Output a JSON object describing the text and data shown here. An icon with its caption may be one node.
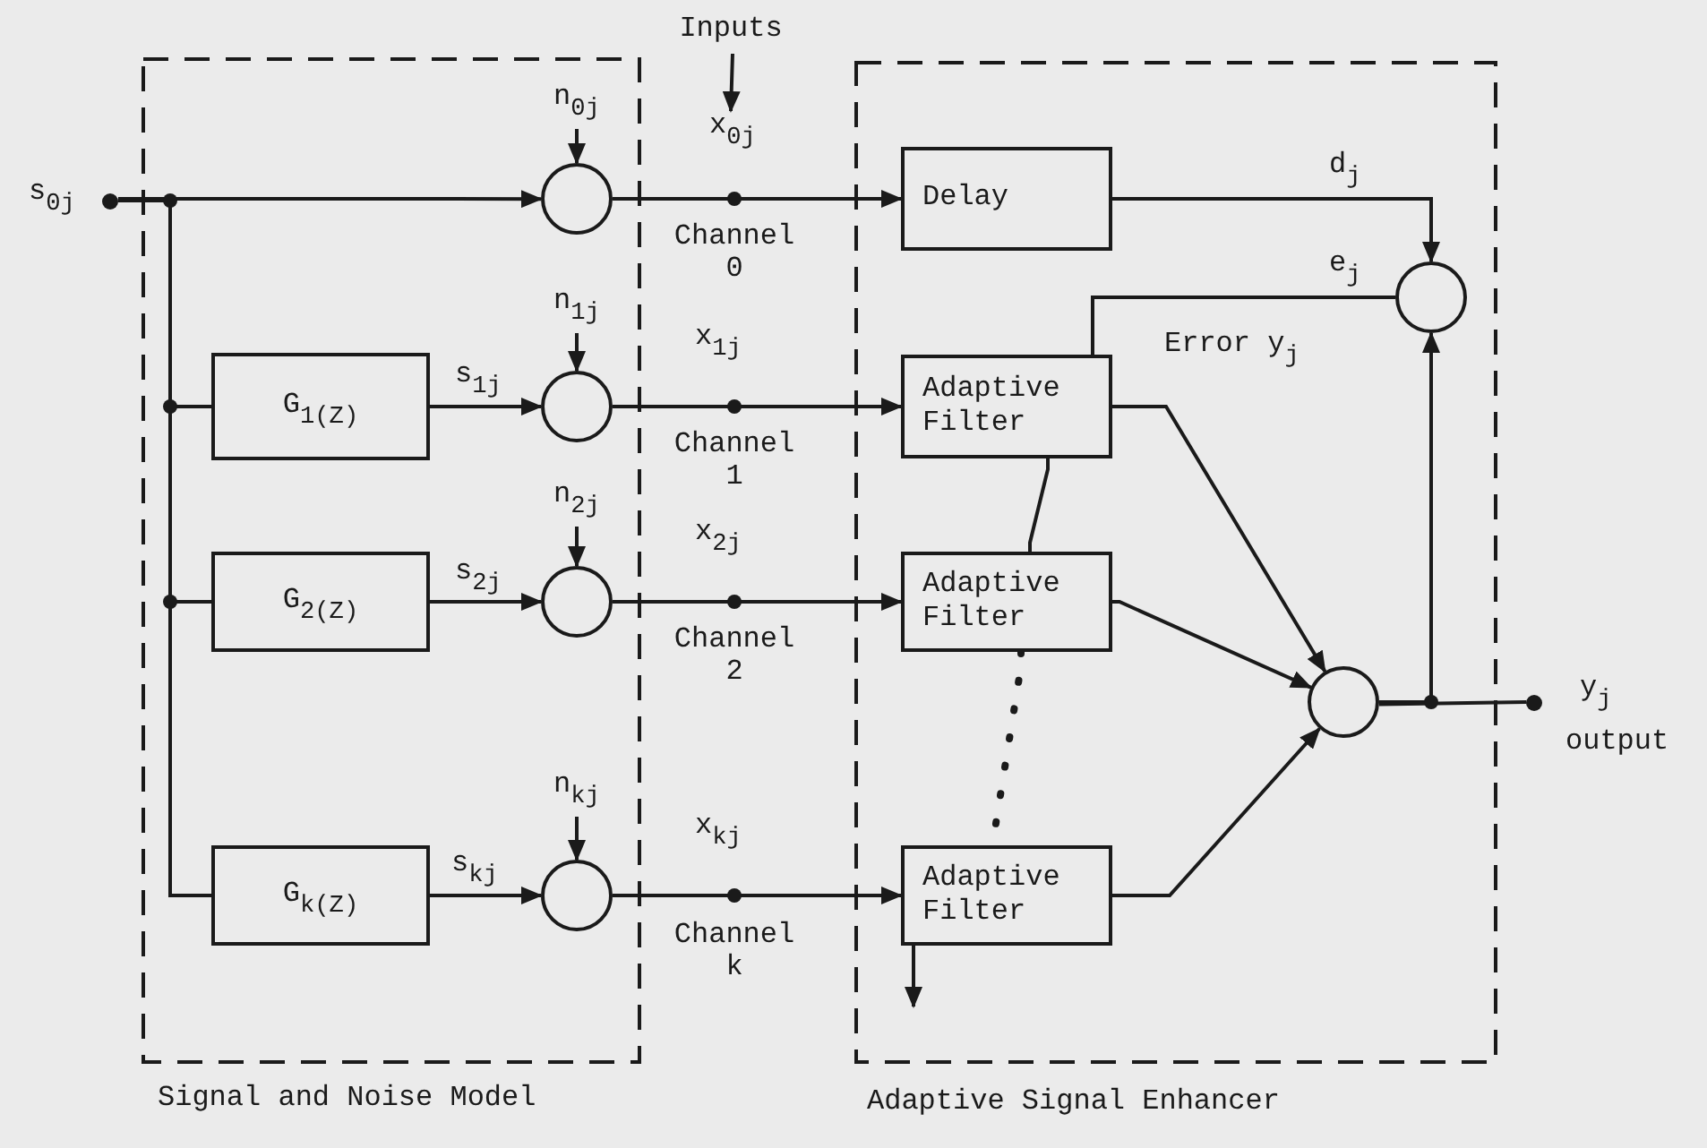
{
  "diagram": {
    "nodes": [
      {
        "text": [
          "Signal and Noise Model"
        ]
      },
      {
        "text": [
          "Adaptive Signal Enhancer"
        ]
      },
      {
        "text": [
          "G$_{1(Z)}$"
        ],
        "in": 0
      },
      {
        "text": [
          "G$_{2(Z)}$"
        ],
        "in": 0
      },
      {
        "text": [
          "G$_{k(Z)}$"
        ],
        "in": 0
      },
      {
        "text": [],
        "shape": "circle",
        "in": 0
      },
      {
        "text": [],
        "shape": "circle",
        "in": 0
      },
      {
        "text": [],
        "shape": "circle",
        "in": 0
      },
      {
        "text": [],
        "shape": "circle",
        "in": 0
      },
      {
        "text": [
          "Delay"
        ],
        "in": 1
      },
      {
        "text": [
          "Adaptive Filter"
        ],
        "in": 1
      },
      {
        "text": [
          "Adaptive Filter"
        ],
        "in": 1
      },
      {
        "text": [
          "Adaptive Filter"
        ],
        "in": 1
      },
      {
        "text": [],
        "shape": "circle",
        "in": 1
      },
      {
        "text": [],
        "shape": "circle",
        "in": 1
      },
      {
        "text": [
          "s$_{0j}$"
        ]
      },
      {
        "text": [
          "y$_{j}$",
          "output"
        ]
      },
      {
        "text": [
          "n$_{0j}$"
        ],
        "in": 0
      },
      {
        "text": [
          "n$_{1j}$"
        ],
        "in": 0
      },
      {
        "text": [
          "n$_{2j}$"
        ],
        "in": 0
      },
      {
        "text": [
          "n$_{kj}$"
        ],
        "in": 0
      },
      {
        "text": [
          "Inputs"
        ]
      },
      {
        "text": [
          "x$_{0j}$"
        ]
      }
    ],
    "edges": [
      {
        "from": 15,
        "to": 5,
        "arrow": "to"
      },
      {
        "from": 15,
        "to": 2,
        "arrow": "none"
      },
      {
        "from": 15,
        "to": 3,
        "arrow": "none"
      },
      {
        "from": 15,
        "to": 4,
        "arrow": "none"
      },
      {
        "from": 17,
        "to": 5,
        "arrow": "to"
      },
      {
        "from": 18,
        "to": 6,
        "arrow": "to"
      },
      {
        "from": 19,
        "to": 7,
        "arrow": "to"
      },
      {
        "from": 20,
        "to": 8,
        "arrow": "to"
      },
      {
        "from": 2,
        "to": 6,
        "arrow": "to",
        "label": "s$_{1j}$"
      },
      {
        "from": 3,
        "to": 7,
        "arrow": "to",
        "label": "s$_{2j}$"
      },
      {
        "from": 4,
        "to": 8,
        "arrow": "to",
        "label": "s$_{kj}$"
      },
      {
        "from": 21,
        "to": 22,
        "arrow": "to"
      },
      {
        "from": 5,
        "to": 9,
        "arrow": "to"
      },
      {
        "from": 6,
        "to": 10,
        "arrow": "to"
      },
      {
        "from": 7,
        "to": 11,
        "arrow": "to"
      },
      {
        "from": 8,
        "to": 12,
        "arrow": "to"
      },
      {
        "from": 9,
        "to": 13,
        "arrow": "to",
        "label": "d$_{j}$"
      },
      {
        "from": 10,
        "to": 14,
        "arrow": "to"
      },
      {
        "from": 11,
        "to": 14,
        "arrow": "to"
      },
      {
        "from": 12,
        "to": 14,
        "arrow": "to"
      },
      {
        "from": 14,
        "to": 13,
        "arrow": "to"
      },
      {
        "from": 14,
        "to": 16,
        "arrow": "none"
      },
      {
        "from": 13,
        "to": 10,
        "arrow": "none",
        "label": "e$_{j}$"
      },
      {
        "from": 10,
        "to": 11,
        "arrow": "none"
      },
      {
        "from": 11,
        "to": 12,
        "arrow": "none",
        "style": "dashed"
      },
      {
        "from": 12,
        "to": null,
        "arrow": "to"
      }
    ],
    "labels": [
      "Channel 0",
      "x$_{1j}$",
      "Channel 1",
      "x$_{2j}$",
      "Channel 2",
      "x$_{kj}$",
      "Channel k",
      "Error y$_{j}$"
    ]
  }
}
